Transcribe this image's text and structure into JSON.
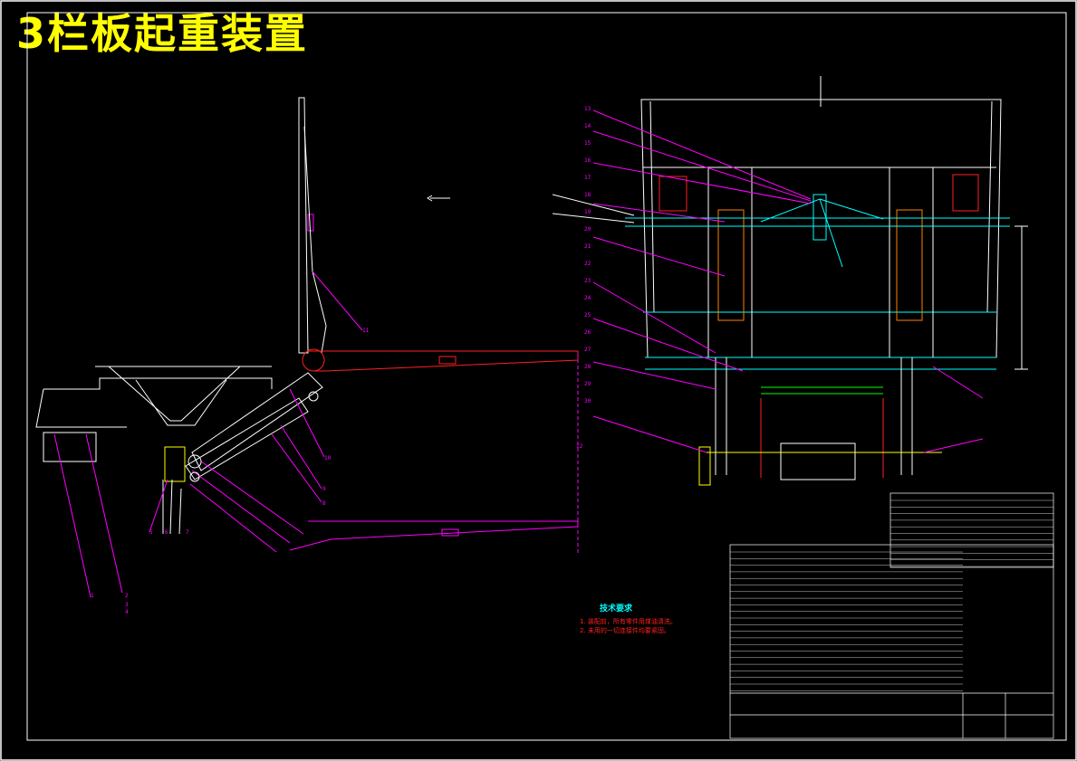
{
  "title": "3栏板起重装置",
  "tech_requirements": {
    "heading": "技术要求",
    "items": [
      "1. 装配前，所有零件用煤油清洗。",
      "2. 未用的一切连接件均要紧固。"
    ]
  },
  "colors": {
    "background": "#000000",
    "frame": "#ffffff",
    "title": "#ffff00",
    "leader": "#ff00ff",
    "part": "#00ffff",
    "red": "#ff2020",
    "green": "#00ff00",
    "orange": "#ff8000"
  },
  "balloons_left": [
    "1",
    "2",
    "3",
    "4",
    "5",
    "6",
    "7",
    "8",
    "9",
    "10",
    "11",
    "12"
  ],
  "balloons_right": [
    "13",
    "14",
    "15",
    "16",
    "17",
    "18",
    "19",
    "20",
    "21",
    "22",
    "23",
    "24",
    "25",
    "26",
    "27",
    "28",
    "29",
    "30"
  ]
}
